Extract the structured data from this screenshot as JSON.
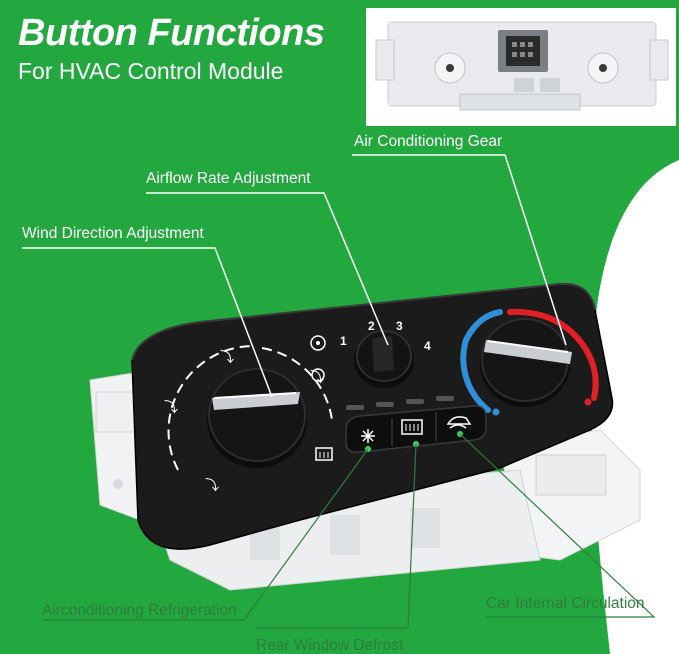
{
  "header": {
    "title": "Button Functions",
    "subtitle": "For HVAC Control Module"
  },
  "callouts": {
    "air_conditioning_gear": "Air Conditioning Gear",
    "airflow_rate_adjustment": "Airflow Rate Adjustment",
    "wind_direction_adjustment": "Wind Direction Adjustment",
    "airconditioning_refrigeration": "Airconditioning Refrigeration",
    "rear_window_defrost": "Rear Window Defrost",
    "car_internal_circulation": "Car Internal Circulation"
  },
  "fan_dial": {
    "labels": [
      "1",
      "2",
      "3",
      "4"
    ]
  },
  "colors": {
    "brand_green": "#22a83e",
    "panel_black": "#1b1b1b",
    "cold_blue": "#2f8fd8",
    "hot_red": "#e01f26",
    "indicator_green": "#3fd15a"
  }
}
